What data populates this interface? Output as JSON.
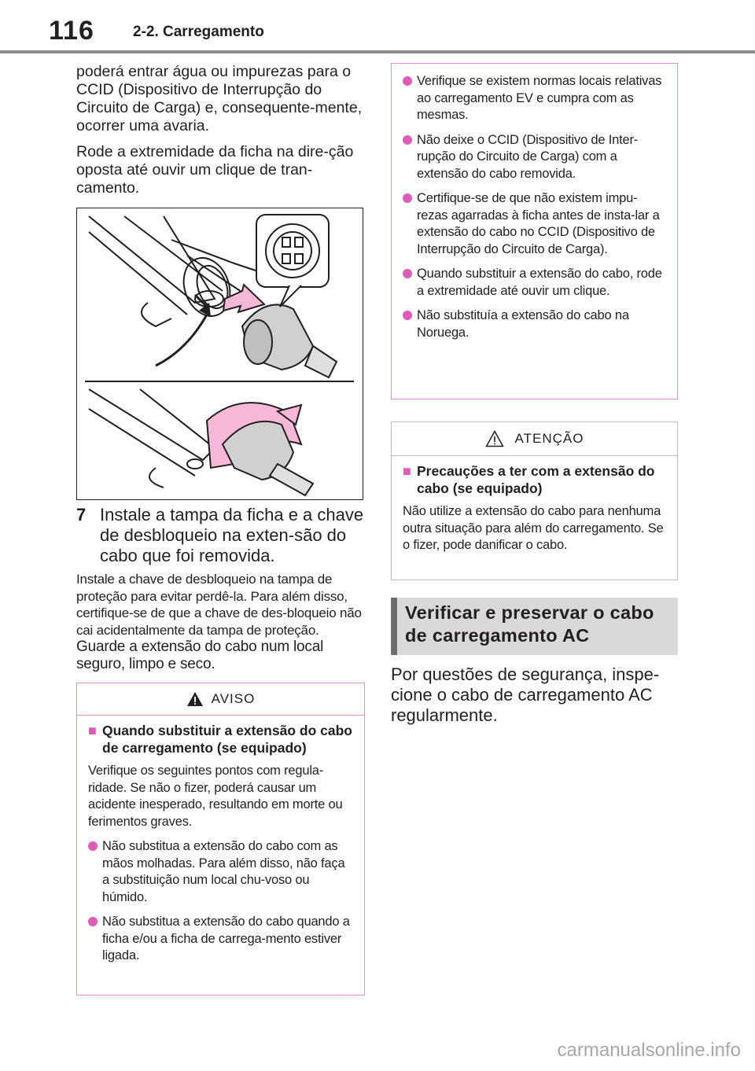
{
  "header": {
    "page_number": "116",
    "section": "2-2. Carregamento"
  },
  "left": {
    "para1": "poderá entrar água ou impurezas para o CCID (Dispositivo de Interrupção do Circuito de Carga) e, consequente-mente, ocorrer uma avaria.",
    "para2": "Rode a extremidade da ficha na dire-ção oposta até ouvir um clique de tran-camento."
  },
  "step": {
    "number": "7",
    "title": "Instale a tampa da ficha e a chave de desbloqueio na exten-são do cabo que foi removida.",
    "body1": "Instale a chave de desbloqueio na tampa de proteção para evitar perdê-la. Para além disso, certifique-se de que a chave de des-bloqueio não cai acidentalmente da tampa de proteção.",
    "body2": "Guarde a extensão do cabo num local seguro, limpo e seco."
  },
  "aviso": {
    "label": "AVISO",
    "title": "Quando substituir a extensão do cabo de carregamento (se equipado)",
    "intro": "Verifique os seguintes pontos com regula-ridade. Se não o fizer, poderá causar um acidente inesperado, resultando em morte ou ferimentos graves.",
    "bullets": [
      "Não substitua a extensão do cabo com as mãos molhadas. Para além disso, não faça a substituição num local chu-voso ou húmido.",
      "Não substitua a extensão do cabo quando a ficha e/ou a ficha de carrega-mento estiver ligada."
    ]
  },
  "aviso_cont": {
    "bullets": [
      "Verifique se existem normas locais relativas ao carregamento EV e cumpra com as mesmas.",
      "Não deixe o CCID (Dispositivo de Inter-rupção do Circuito de Carga) com a extensão do cabo removida.",
      "Certifique-se de que não existem impu-rezas agarradas à ficha antes de insta-lar a extensão do cabo no CCID (Dispositivo de Interrupção do Circuito de Carga).",
      "Quando substituir a extensão do cabo, rode a extremidade até ouvir um clique.",
      "Não substituía a extensão do cabo na Noruega."
    ]
  },
  "atencao": {
    "label": "ATENÇÃO",
    "title": "Precauções a ter com a extensão do cabo (se equipado)",
    "body": "Não utilize a extensão do cabo para nenhuma outra situação para além do carregamento. Se o fizer, pode danificar o cabo."
  },
  "section_heading": "Verificar e preservar o cabo de carregamento AC",
  "final_para": "Por questões de segurança, inspe-cione o cabo de carregamento AC regularmente.",
  "watermark": "carmanualsonline.info",
  "colors": {
    "accent_pink": "#e05bb8",
    "border_pink": "#e58bd0",
    "heading_bg": "#d9d9d9"
  }
}
